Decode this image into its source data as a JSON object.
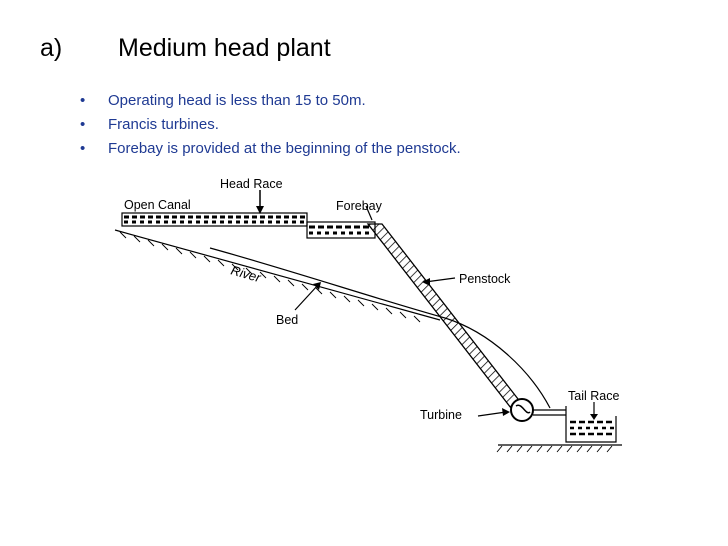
{
  "heading": {
    "number": "a)",
    "title": "Medium head plant"
  },
  "bullets": [
    "Operating head is less than 15 to 50m.",
    "Francis turbines.",
    "Forebay is provided at the beginning of the penstock."
  ],
  "bullet_marker": "•",
  "diagram": {
    "labels": {
      "head_race": "Head Race",
      "open_canal": "Open Canal",
      "forebay": "Forebay",
      "river": "River",
      "bed": "Bed",
      "penstock": "Penstock",
      "turbine": "Turbine",
      "tail_race": "Tail Race"
    }
  },
  "colors": {
    "bullet_text": "#1f3a93",
    "heading": "#000000",
    "diagram_ink": "#000000"
  }
}
